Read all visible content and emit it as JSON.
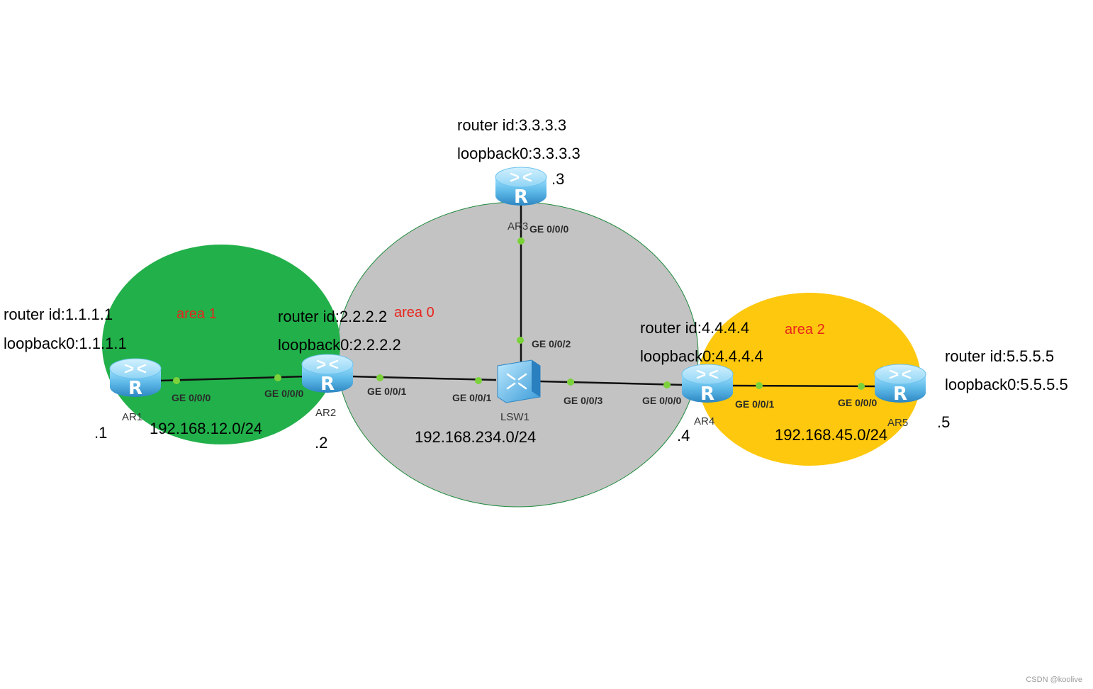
{
  "colors": {
    "area0": "#c3c3c3",
    "area1": "#22b04a",
    "area2": "#fec80e",
    "area_label": "#e8241c",
    "port_dot": "#7cd23a",
    "router_body": "#5db9e8"
  },
  "areas": {
    "area0": "area 0",
    "area1": "area 1",
    "area2": "area 2"
  },
  "devices": {
    "ar1": {
      "name": "AR1",
      "router_id": "router id:1.1.1.1",
      "loopback": "loopback0:1.1.1.1",
      "host": ".1",
      "icon": "router-icon"
    },
    "ar2": {
      "name": "AR2",
      "router_id": "router id:2.2.2.2",
      "loopback": "loopback0:2.2.2.2",
      "host": ".2",
      "icon": "router-icon"
    },
    "ar3": {
      "name": "AR3",
      "router_id": "router id:3.3.3.3",
      "loopback": "loopback0:3.3.3.3",
      "host": ".3",
      "icon": "router-icon"
    },
    "ar4": {
      "name": "AR4",
      "router_id": "router id:4.4.4.4",
      "loopback": "loopback0:4.4.4.4",
      "host": ".4",
      "icon": "router-icon"
    },
    "ar5": {
      "name": "AR5",
      "router_id": "router id:5.5.5.5",
      "loopback": "loopback0:5.5.5.5",
      "host": ".5",
      "icon": "router-icon"
    },
    "lsw1": {
      "name": "LSW1",
      "icon": "switch-icon"
    }
  },
  "ports": {
    "ar1_g000": "GE 0/0/0",
    "ar2_g000": "GE 0/0/0",
    "ar2_g001": "GE 0/0/1",
    "lsw1_g001": "GE 0/0/1",
    "ar3_g000": "GE 0/0/0",
    "lsw1_g002": "GE 0/0/2",
    "lsw1_g003": "GE 0/0/3",
    "ar4_g000": "GE 0/0/0",
    "ar4_g001": "GE 0/0/1",
    "ar5_g000": "GE 0/0/0"
  },
  "subnets": {
    "net12": "192.168.12.0/24",
    "net234": "192.168.234.0/24",
    "net45": "192.168.45.0/24"
  },
  "watermark": "CSDN @koolive"
}
